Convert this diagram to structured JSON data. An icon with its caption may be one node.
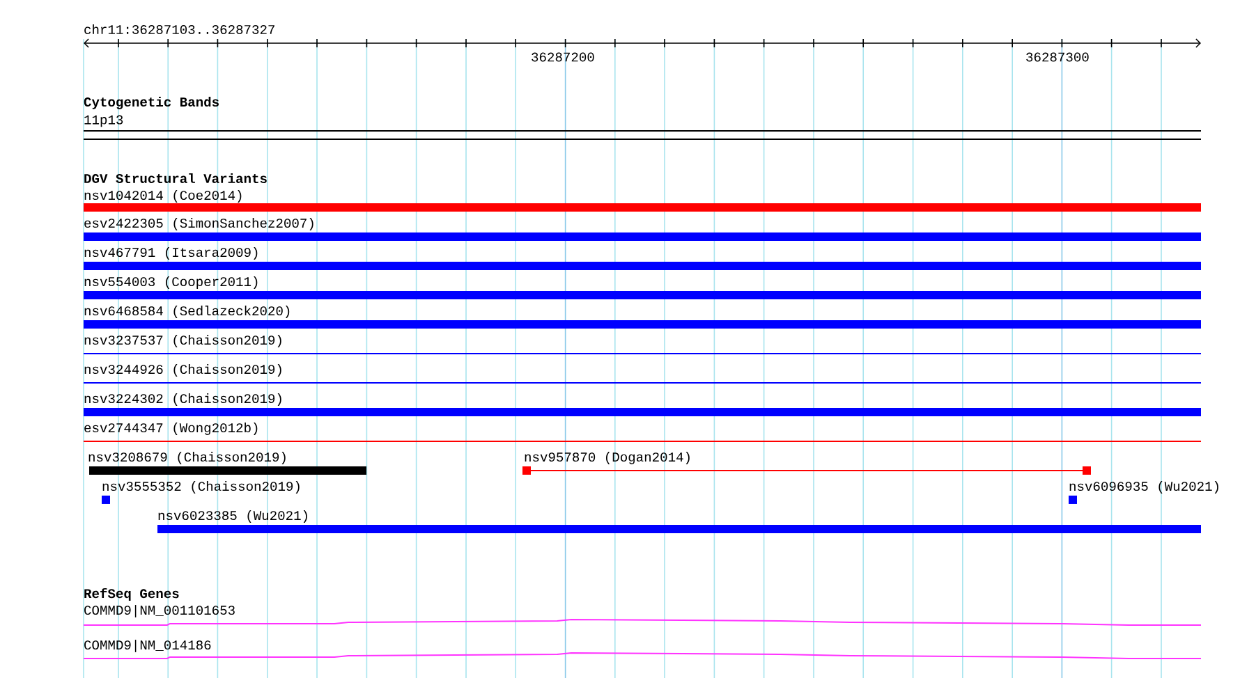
{
  "diagram": {
    "nodes": [
      {
        "text": [
          "11p13"
        ]
      },
      {
        "text": [
          "nsv1042014 (Coe2014)"
        ]
      },
      {
        "text": [
          "esv2422305 (SimonSanchez2007)"
        ]
      },
      {
        "text": [
          "nsv467791 (Itsara2009)"
        ]
      },
      {
        "text": [
          "nsv554003 (Cooper2011)"
        ]
      },
      {
        "text": [
          "nsv6468584 (Sedlazeck2020)"
        ]
      },
      {
        "text": [
          "nsv3237537 (Chaisson2019)"
        ]
      },
      {
        "text": [
          "nsv3244926 (Chaisson2019)"
        ]
      },
      {
        "text": [
          "nsv3224302 (Chaisson2019)"
        ]
      },
      {
        "text": [
          "esv2744347 (Wong2012b)"
        ]
      },
      {
        "text": [
          "nsv3208679 (Chaisson2019)"
        ]
      },
      {
        "text": [
          "nsv957870 (Dogan2014)"
        ]
      },
      {
        "text": [
          "nsv3555352 (Chaisson2019)"
        ]
      },
      {
        "text": [
          "nsv6096935 (Wu2021)"
        ]
      },
      {
        "text": [
          "nsv6023385 (Wu2021)"
        ]
      },
      {
        "text": [
          "COMMD9|NM_001101653"
        ]
      },
      {
        "text": [
          "COMMD9|NM_014186"
        ]
      }
    ],
    "labels": [
      "chr11:36287103..36287327",
      "36287200",
      "36287300",
      "Cytogenetic Bands",
      "DGV Structural Variants",
      "RefSeq Genes"
    ]
  }
}
